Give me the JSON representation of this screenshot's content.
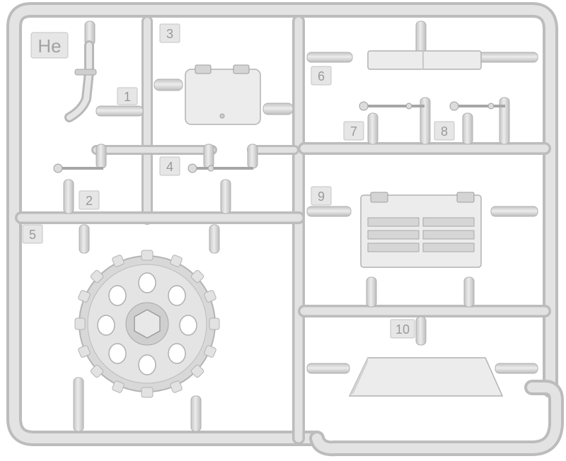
{
  "sprue": {
    "id_label": "He",
    "background": "#ffffff",
    "plastic_color": "#d9d9d9",
    "plastic_light": "#ebebeb",
    "plastic_dark": "#b8b8b8",
    "label_color": "#9a9a9a"
  },
  "part_numbers": [
    "1",
    "2",
    "3",
    "4",
    "5",
    "6",
    "7",
    "8",
    "9",
    "10"
  ]
}
